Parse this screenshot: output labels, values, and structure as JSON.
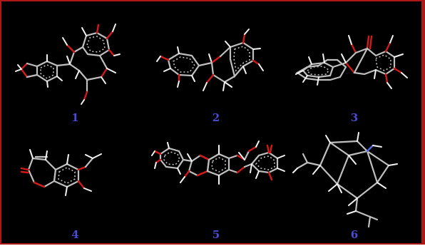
{
  "colors": {
    "frame": "#b01818",
    "background": "#000000",
    "label": "#4b4bd6",
    "carbon_bond": "#bfbfbf",
    "oxygen": "#d11a1a",
    "hydrogen": "#f2f2f2",
    "nitrogen": "#4f6be6"
  },
  "molecules": [
    {
      "label": "1"
    },
    {
      "label": "2"
    },
    {
      "label": "3"
    },
    {
      "label": "4"
    },
    {
      "label": "5"
    },
    {
      "label": "6"
    }
  ]
}
